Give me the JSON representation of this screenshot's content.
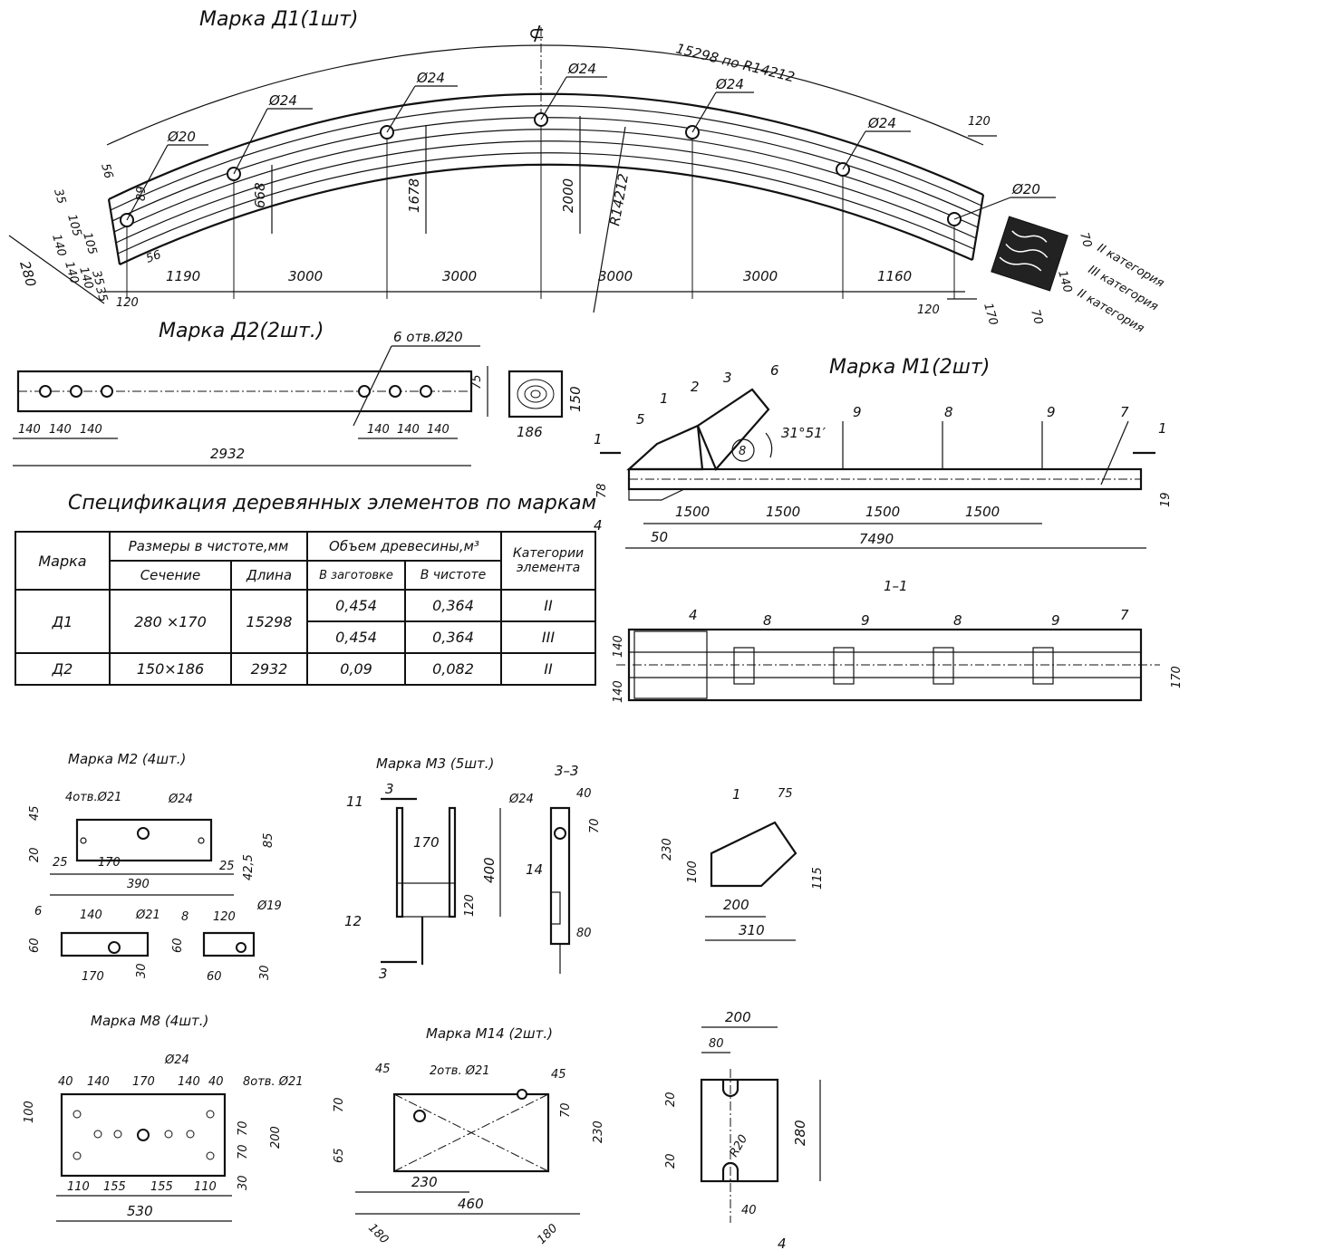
{
  "d1": {
    "title": "Марка Д1(1шт)",
    "arc_length": "15298 по R14212",
    "radius": "R14212",
    "hole_big": "Ø24",
    "hole_small": "Ø20",
    "heights": [
      "668",
      "1678",
      "2000"
    ],
    "spans": [
      "1190",
      "3000",
      "3000",
      "3000",
      "3000",
      "1160"
    ],
    "end_dims": [
      "56",
      "35",
      "105",
      "140",
      "105",
      "89",
      "56",
      "120",
      "280",
      "140",
      "140",
      "35",
      "35",
      "120",
      "120"
    ],
    "section": {
      "h1": "70",
      "h2": "140",
      "h3": "70",
      "w": "170"
    },
    "categories": [
      "II категория",
      "III категория",
      "II категория"
    ],
    "axis_mark": "⊄"
  },
  "d2": {
    "title": "Марка Д2(2шт.)",
    "holes_note": "6 отв.Ø20",
    "pitch": [
      "140",
      "140",
      "140",
      "140",
      "140",
      "140"
    ],
    "length": "2932",
    "height": "75",
    "section_w": "186",
    "section_h": "150"
  },
  "spec": {
    "title": "Спецификация деревянных элементов по маркам",
    "headers": {
      "mark": "Марка",
      "sizes": "Размеры в чистоте,мм",
      "section": "Сечение",
      "length": "Длина",
      "volume": "Объем древесины,м³",
      "raw": "В заготовке",
      "clean": "В чистоте",
      "category": "Категории элемента"
    },
    "rows": [
      {
        "mark": "Д1",
        "section": "280 ×170",
        "length": "15298",
        "raw": "0,454",
        "clean": "0,364",
        "cat": "II"
      },
      {
        "mark": "",
        "section": "",
        "length": "",
        "raw": "0,454",
        "clean": "0,364",
        "cat": "III"
      },
      {
        "mark": "Д2",
        "section": "150×186",
        "length": "2932",
        "raw": "0,09",
        "clean": "0,082",
        "cat": "II"
      }
    ]
  },
  "m1": {
    "title": "Марка М1(2шт)",
    "angle": "31°51′",
    "callouts": [
      "1",
      "2",
      "3",
      "4",
      "5",
      "6",
      "7",
      "8",
      "9"
    ],
    "spans": [
      "1500",
      "1500",
      "1500",
      "1500"
    ],
    "offset": "50",
    "length": "7490",
    "h_left": "78",
    "h_right": "19",
    "section_mark": "1",
    "section_title": "1–1",
    "section_dims": [
      "140",
      "140",
      "170"
    ]
  },
  "m2": {
    "title": "Марка М2 (4шт.)",
    "holes": "4отв.Ø21",
    "center_hole": "Ø24",
    "dims": [
      "45",
      "20",
      "25",
      "170",
      "390",
      "25",
      "42,5",
      "85"
    ],
    "sub6": {
      "no": "6",
      "hole": "Ø21",
      "dims": [
        "140",
        "170",
        "60",
        "30"
      ]
    },
    "sub8": {
      "no": "8",
      "hole": "Ø19",
      "dims": [
        "120",
        "60",
        "60",
        "30"
      ]
    }
  },
  "m3": {
    "title": "Марка М3 (5шт.)",
    "section": "3–3",
    "cut": "3",
    "parts": [
      "11",
      "12",
      "14"
    ],
    "dims": [
      "170",
      "400",
      "120",
      "Ø24",
      "40",
      "70",
      "80"
    ]
  },
  "gusset1": {
    "part": "1",
    "dims": [
      "75",
      "230",
      "100",
      "115",
      "200",
      "310"
    ]
  },
  "m8": {
    "title": "Марка М8 (4шт.)",
    "center_hole": "Ø24",
    "holes": "8отв. Ø21",
    "top_dims": [
      "40",
      "140",
      "170",
      "140",
      "40"
    ],
    "bot_dims": [
      "110",
      "155",
      "155",
      "110"
    ],
    "width": "530",
    "left": "100",
    "right": [
      "70",
      "70",
      "200",
      "30"
    ]
  },
  "m14": {
    "title": "Марка М14 (2шт.)",
    "holes": "2отв. Ø21",
    "dims": [
      "45",
      "45",
      "70",
      "65",
      "70",
      "230",
      "230",
      "460",
      "180",
      "180"
    ]
  },
  "plate4": {
    "part": "4",
    "dims": [
      "200",
      "80",
      "20",
      "20",
      "280",
      "R20",
      "40"
    ]
  }
}
